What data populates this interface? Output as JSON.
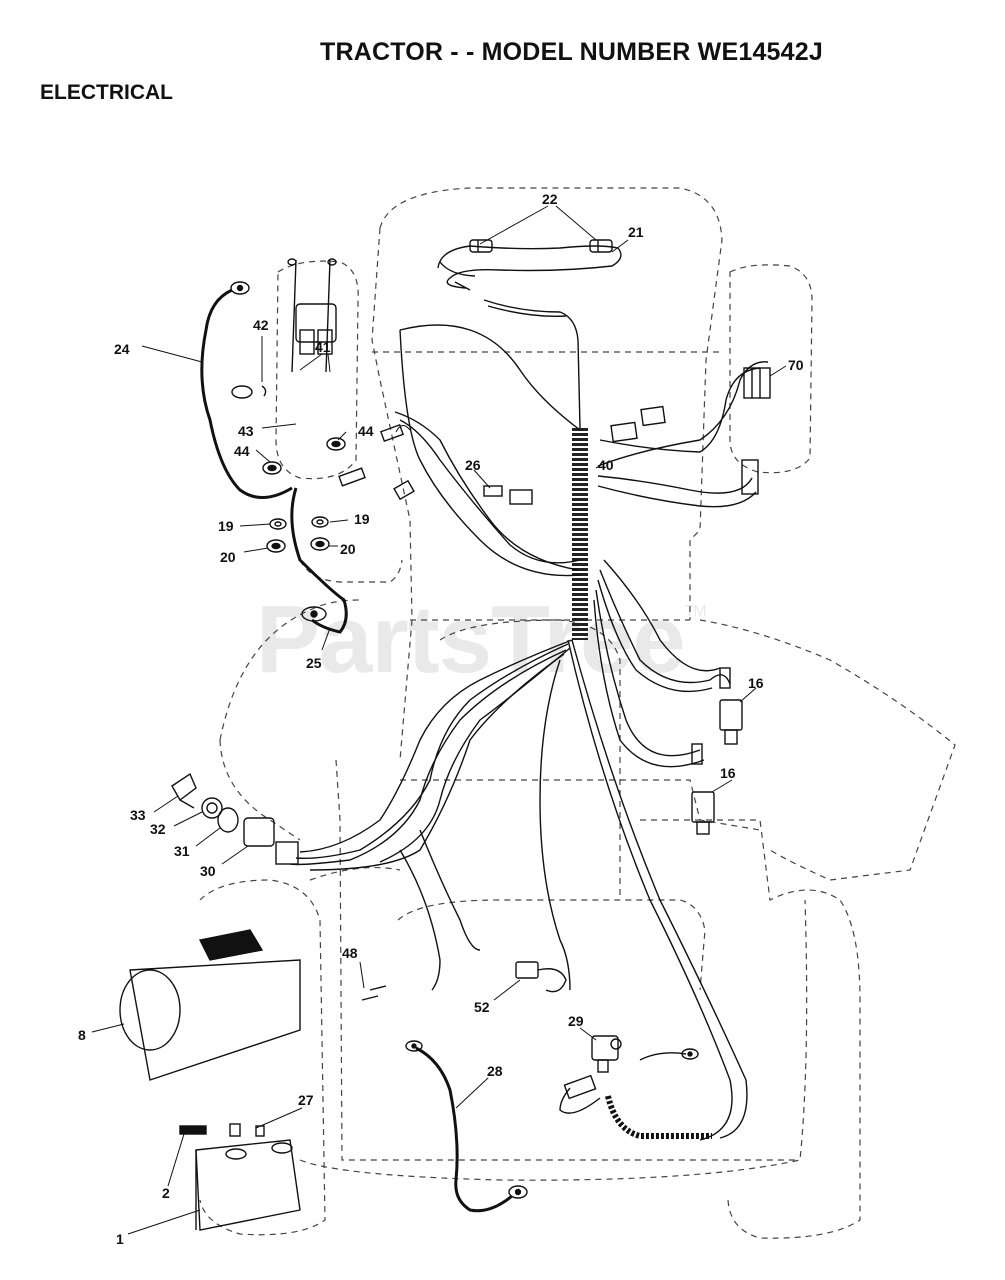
{
  "header": {
    "title": "TRACTOR - - MODEL NUMBER WE14542J",
    "section": "ELECTRICAL"
  },
  "watermark": {
    "text": "PartsTree",
    "mark": "TM"
  },
  "callouts": [
    {
      "id": "c22",
      "label": "22"
    },
    {
      "id": "c21",
      "label": "21"
    },
    {
      "id": "c24",
      "label": "24"
    },
    {
      "id": "c42",
      "label": "42"
    },
    {
      "id": "c41",
      "label": "41"
    },
    {
      "id": "c70",
      "label": "70"
    },
    {
      "id": "c43",
      "label": "43"
    },
    {
      "id": "c44a",
      "label": "44"
    },
    {
      "id": "c44b",
      "label": "44"
    },
    {
      "id": "c26",
      "label": "26"
    },
    {
      "id": "c40",
      "label": "40"
    },
    {
      "id": "c19a",
      "label": "19"
    },
    {
      "id": "c19b",
      "label": "19"
    },
    {
      "id": "c20a",
      "label": "20"
    },
    {
      "id": "c20b",
      "label": "20"
    },
    {
      "id": "c25",
      "label": "25"
    },
    {
      "id": "c16a",
      "label": "16"
    },
    {
      "id": "c16b",
      "label": "16"
    },
    {
      "id": "c33",
      "label": "33"
    },
    {
      "id": "c32",
      "label": "32"
    },
    {
      "id": "c31",
      "label": "31"
    },
    {
      "id": "c30",
      "label": "30"
    },
    {
      "id": "c48",
      "label": "48"
    },
    {
      "id": "c52",
      "label": "52"
    },
    {
      "id": "c29",
      "label": "29"
    },
    {
      "id": "c8",
      "label": "8"
    },
    {
      "id": "c28",
      "label": "28"
    },
    {
      "id": "c27",
      "label": "27"
    },
    {
      "id": "c2",
      "label": "2"
    },
    {
      "id": "c1",
      "label": "1"
    }
  ],
  "colors": {
    "ink": "#111111",
    "dashed": "#444444",
    "watermark": "#e9e9e9"
  }
}
